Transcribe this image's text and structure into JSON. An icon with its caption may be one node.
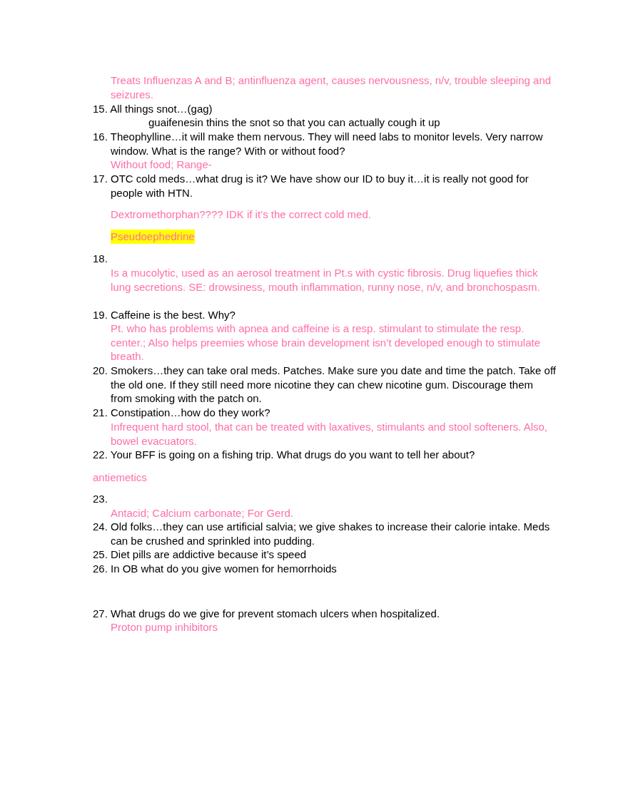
{
  "diagram": {
    "labels": [
      "Treats Influenzas A and B; antinfluenza agent, causes nervousness, n/v, trouble sleeping and seizures.",
      "15. All things snot…(gag)",
      "guaifenesin thins the snot so that you can actually cough it up",
      "16. Theophylline…it will make them nervous. They will need labs to monitor levels. Very narrow window. What is the range? With or without food?",
      "Without food; Range-",
      "17. OTC cold meds…what drug is it? We have show our ID to buy it…it is really not good for people with HTN.",
      "Dextromethorphan???? IDK if it’s the correct cold med.",
      "Pseudoephedrine",
      "18.",
      "Is a mucolytic, used as an aerosol treatment in Pt.s with cystic fibrosis. Drug liquefies thick lung secretions. SE: drowsiness, mouth inflammation, runny nose, n/v, and bronchospasm.",
      "19. Caffeine is the best. Why?",
      "Pt. who has problems with apnea and caffeine is a resp. stimulant to stimulate the resp. center.; Also helps preemies whose brain development isn’t developed enough to stimulate breath.",
      "20. Smokers…they can take oral meds. Patches. Make sure you date and time the patch. Take off the old one. If they still need more nicotine they can chew nicotine gum. Discourage them from smoking with the patch on.",
      "21. Constipation…how do they work?",
      "Infrequent hard stool, that can be treated with laxatives, stimulants and stool softeners. Also, bowel evacuators.",
      "22. Your BFF is going on a fishing trip. What drugs do you want to tell her about?",
      "antiemetics",
      "23.",
      "Antacid; Calcium carbonate; For Gerd.",
      "24. Old folks…they can use artificial salvia; we give shakes to increase their calorie intake. Meds can be crushed and sprinkled into pudding.",
      "25. Diet pills are addictive because it’s speed",
      "26. In OB what do you give women for hemorrhoids",
      "27. What drugs do we give for prevent stomach ulcers when hospitalized.",
      "Proton pump inhibitors"
    ]
  }
}
